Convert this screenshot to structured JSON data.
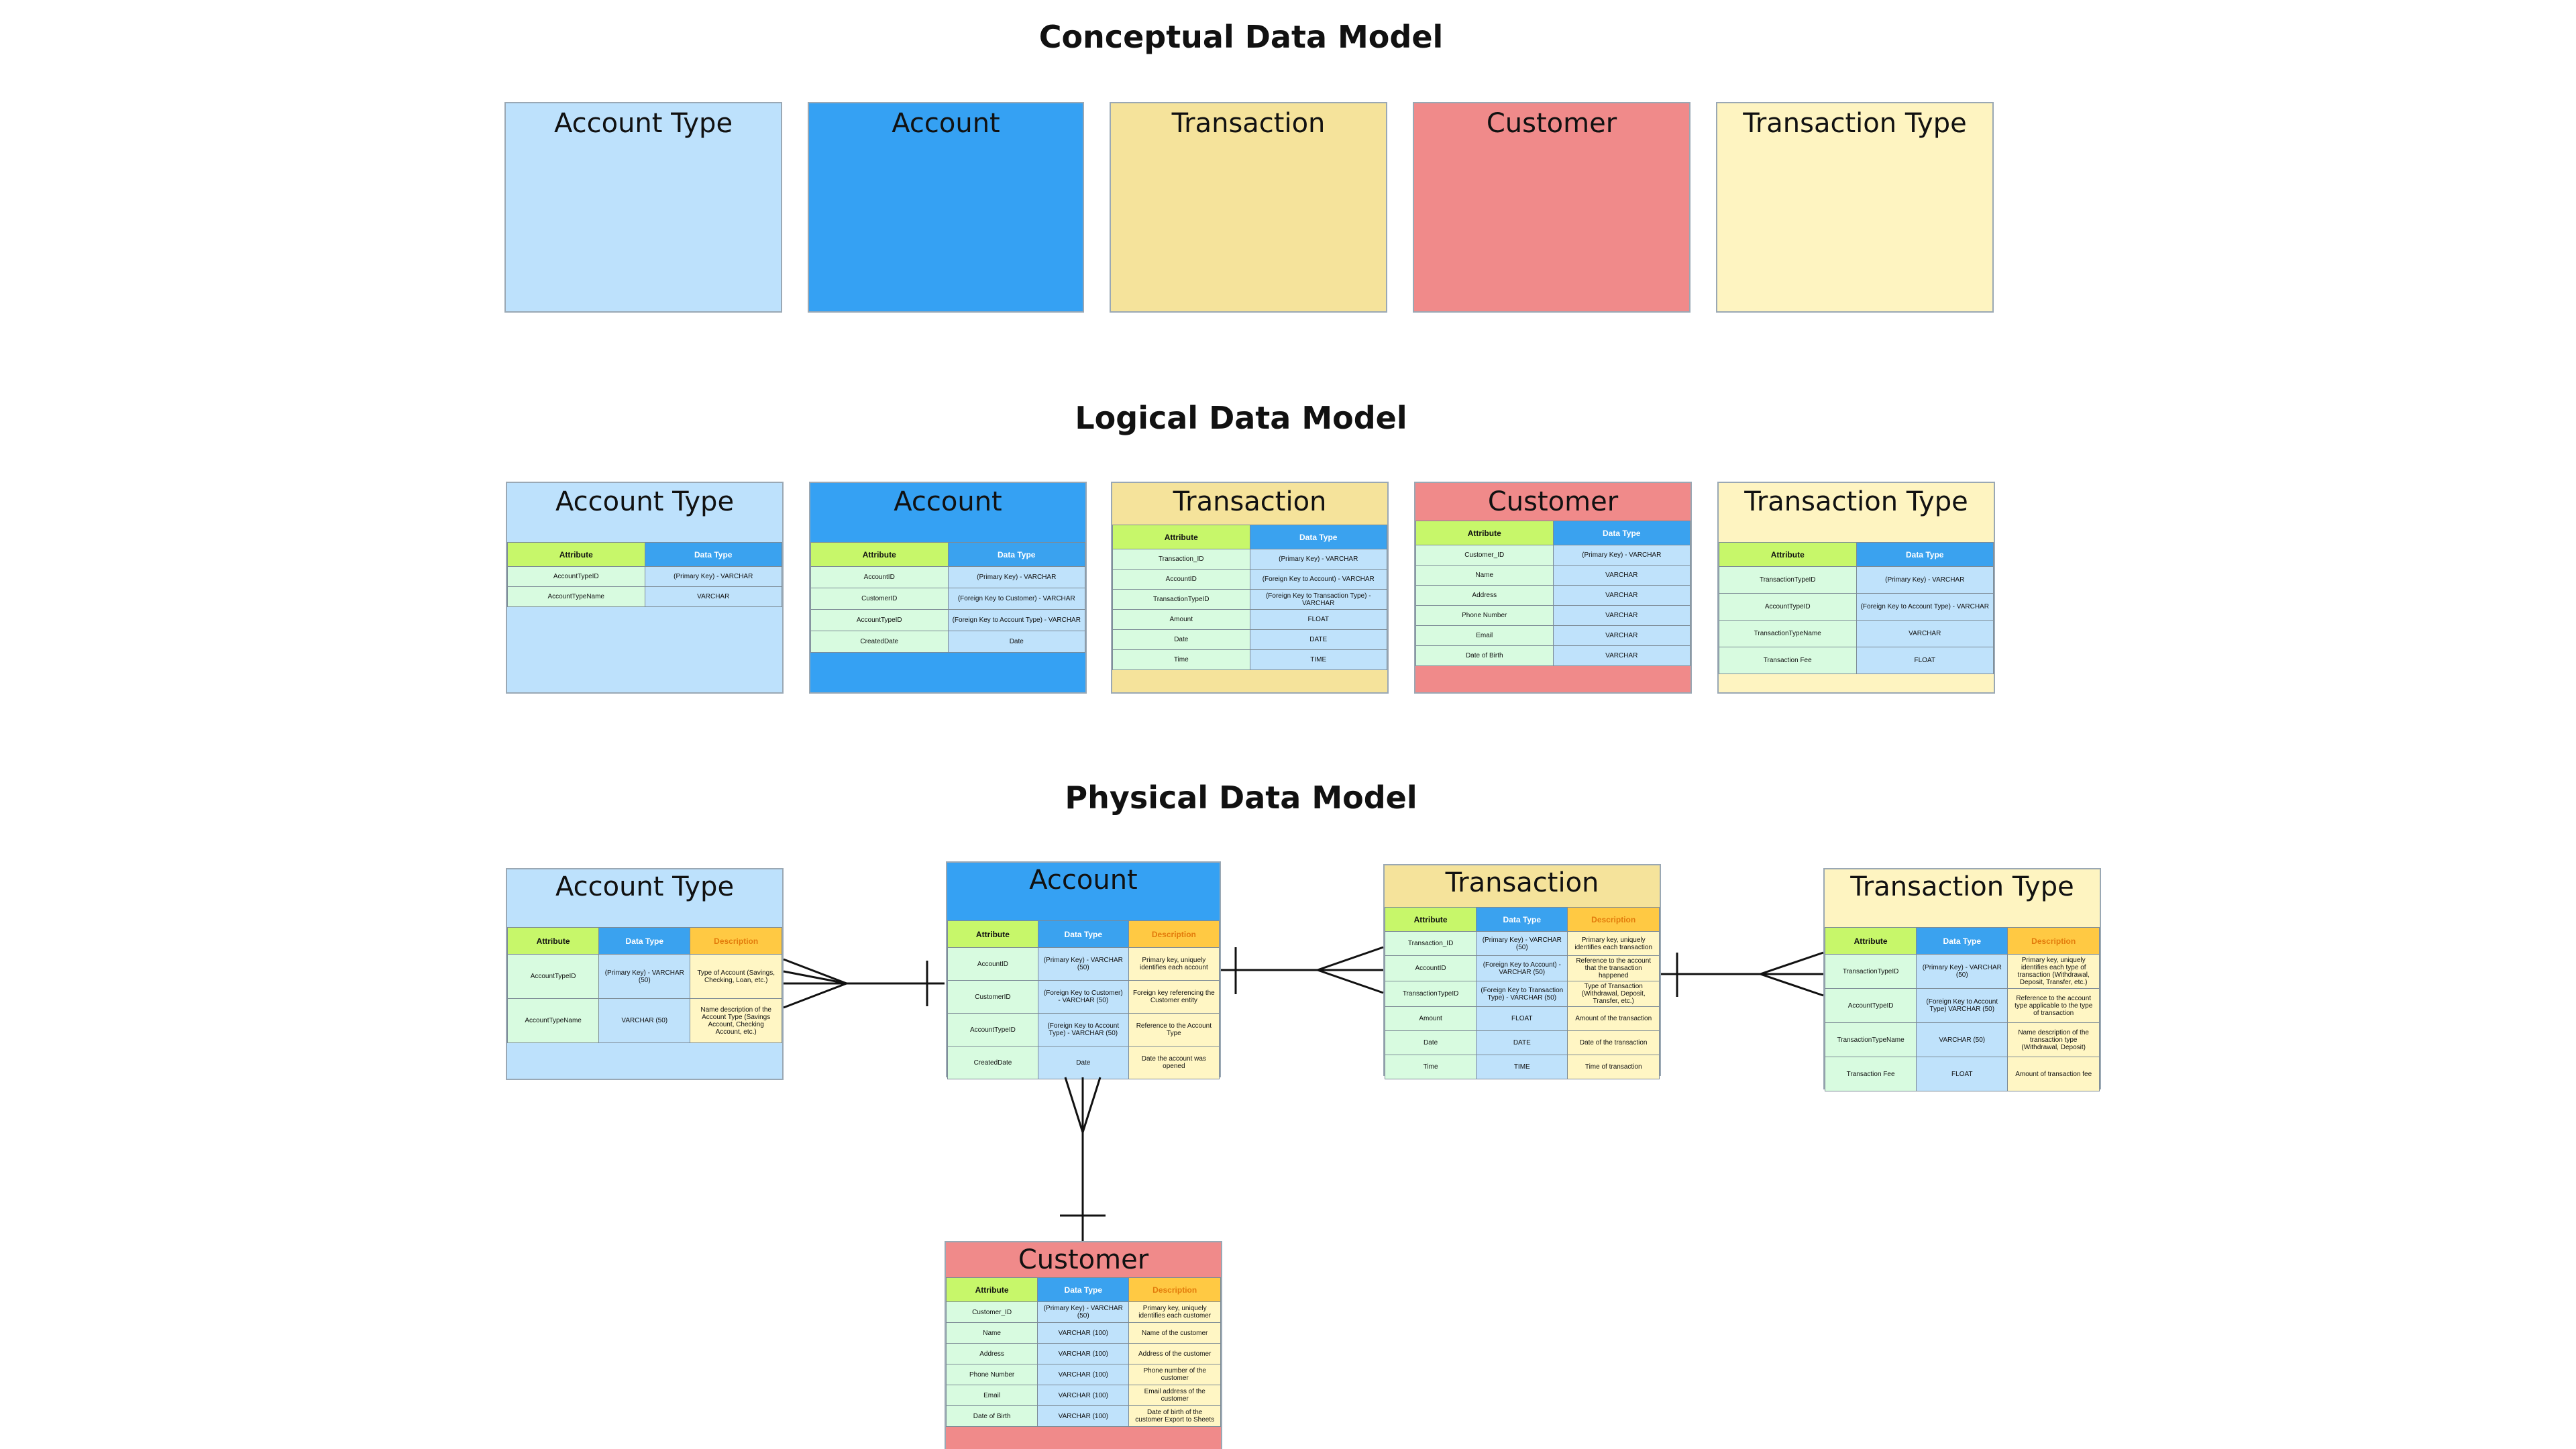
{
  "sections": {
    "conceptual": "Conceptual Data Model",
    "logical": "Logical Data Model",
    "physical": "Physical Data Model"
  },
  "headers": {
    "attribute": "Attribute",
    "data_type": "Data Type",
    "description": "Description"
  },
  "entities": {
    "account_type": "Account Type",
    "account": "Account",
    "transaction": "Transaction",
    "customer": "Customer",
    "transaction_type": "Transaction Type"
  },
  "colors": {
    "account_type": "#bde1fc",
    "account": "#35a1f3",
    "transaction": "#f5e39b",
    "customer": "#f08a8a",
    "transaction_type": "#fef4c1"
  },
  "logical": {
    "account_type": [
      [
        "AccountTypeID",
        "(Primary Key) - VARCHAR"
      ],
      [
        "AccountTypeName",
        "VARCHAR"
      ]
    ],
    "account": [
      [
        "AccountID",
        "(Primary Key) - VARCHAR"
      ],
      [
        "CustomerID",
        "(Foreign Key to Customer) - VARCHAR"
      ],
      [
        "AccountTypeID",
        "(Foreign Key to Account Type) - VARCHAR"
      ],
      [
        "CreatedDate",
        "Date"
      ]
    ],
    "transaction": [
      [
        "Transaction_ID",
        "(Primary Key) - VARCHAR"
      ],
      [
        "AccountID",
        "(Foreign Key to Account) - VARCHAR"
      ],
      [
        "TransactionTypeID",
        "(Foreign Key to Transaction Type) - VARCHAR"
      ],
      [
        "Amount",
        "FLOAT"
      ],
      [
        "Date",
        "DATE"
      ],
      [
        "Time",
        "TIME"
      ]
    ],
    "customer": [
      [
        "Customer_ID",
        "(Primary Key) - VARCHAR"
      ],
      [
        "Name",
        "VARCHAR"
      ],
      [
        "Address",
        "VARCHAR"
      ],
      [
        "Phone Number",
        "VARCHAR"
      ],
      [
        "Email",
        "VARCHAR"
      ],
      [
        "Date of Birth",
        "VARCHAR"
      ]
    ],
    "transaction_type": [
      [
        "TransactionTypeID",
        "(Primary Key) - VARCHAR"
      ],
      [
        "AccountTypeID",
        "(Foreign Key to Account Type) - VARCHAR"
      ],
      [
        "TransactionTypeName",
        "VARCHAR"
      ],
      [
        "Transaction Fee",
        "FLOAT"
      ]
    ]
  },
  "physical": {
    "account_type": [
      [
        "AccountTypeID",
        "(Primary Key) - VARCHAR (50)",
        "Type of Account (Savings, Checking, Loan, etc.)"
      ],
      [
        "AccountTypeName",
        "VARCHAR (50)",
        "Name description of the Account Type (Savings Account, Checking Account, etc.)"
      ]
    ],
    "account": [
      [
        "AccountID",
        "(Primary Key) - VARCHAR (50)",
        "Primary key, uniquely identifies each account"
      ],
      [
        "CustomerID",
        "(Foreign Key to Customer) - VARCHAR (50)",
        "Foreign key referencing the Customer entity"
      ],
      [
        "AccountTypeID",
        "(Foreign Key to Account Type) - VARCHAR (50)",
        "Reference to the Account Type"
      ],
      [
        "CreatedDate",
        "Date",
        "Date the account was opened"
      ]
    ],
    "transaction": [
      [
        "Transaction_ID",
        "(Primary Key) - VARCHAR (50)",
        "Primary key, uniquely identifies each transaction"
      ],
      [
        "AccountID",
        "(Foreign Key to Account) - VARCHAR (50)",
        "Reference to the account that the transaction happened"
      ],
      [
        "TransactionTypeID",
        "(Foreign Key to Transaction Type) - VARCHAR (50)",
        "Type of Transaction (Withdrawal, Deposit, Transfer, etc.)"
      ],
      [
        "Amount",
        "FLOAT",
        "Amount of the transaction"
      ],
      [
        "Date",
        "DATE",
        "Date of the transaction"
      ],
      [
        "Time",
        "TIME",
        "Time of transaction"
      ]
    ],
    "customer": [
      [
        "Customer_ID",
        "(Primary Key) - VARCHAR (50)",
        "Primary key, uniquely identifies each customer"
      ],
      [
        "Name",
        "VARCHAR (100)",
        "Name of the customer"
      ],
      [
        "Address",
        "VARCHAR (100)",
        "Address of the customer"
      ],
      [
        "Phone Number",
        "VARCHAR (100)",
        "Phone number of the customer"
      ],
      [
        "Email",
        "VARCHAR (100)",
        "Email address of the customer"
      ],
      [
        "Date of Birth",
        "VARCHAR (100)",
        "Date of birth of the customer Export to Sheets"
      ]
    ],
    "transaction_type": [
      [
        "TransactionTypeID",
        "(Primary Key) - VARCHAR (50)",
        "Primary key, uniquely identifies each type of transaction (Withdrawal, Deposit, Transfer, etc.)"
      ],
      [
        "AccountTypeID",
        "(Foreign Key to Account Type) VARCHAR (50)",
        "Reference to the account type applicable to the type of transaction"
      ],
      [
        "TransactionTypeName",
        "VARCHAR (50)",
        "Name description of the transaction type (Withdrawal, Deposit)"
      ],
      [
        "Transaction Fee",
        "FLOAT",
        "Amount of transaction fee"
      ]
    ]
  }
}
